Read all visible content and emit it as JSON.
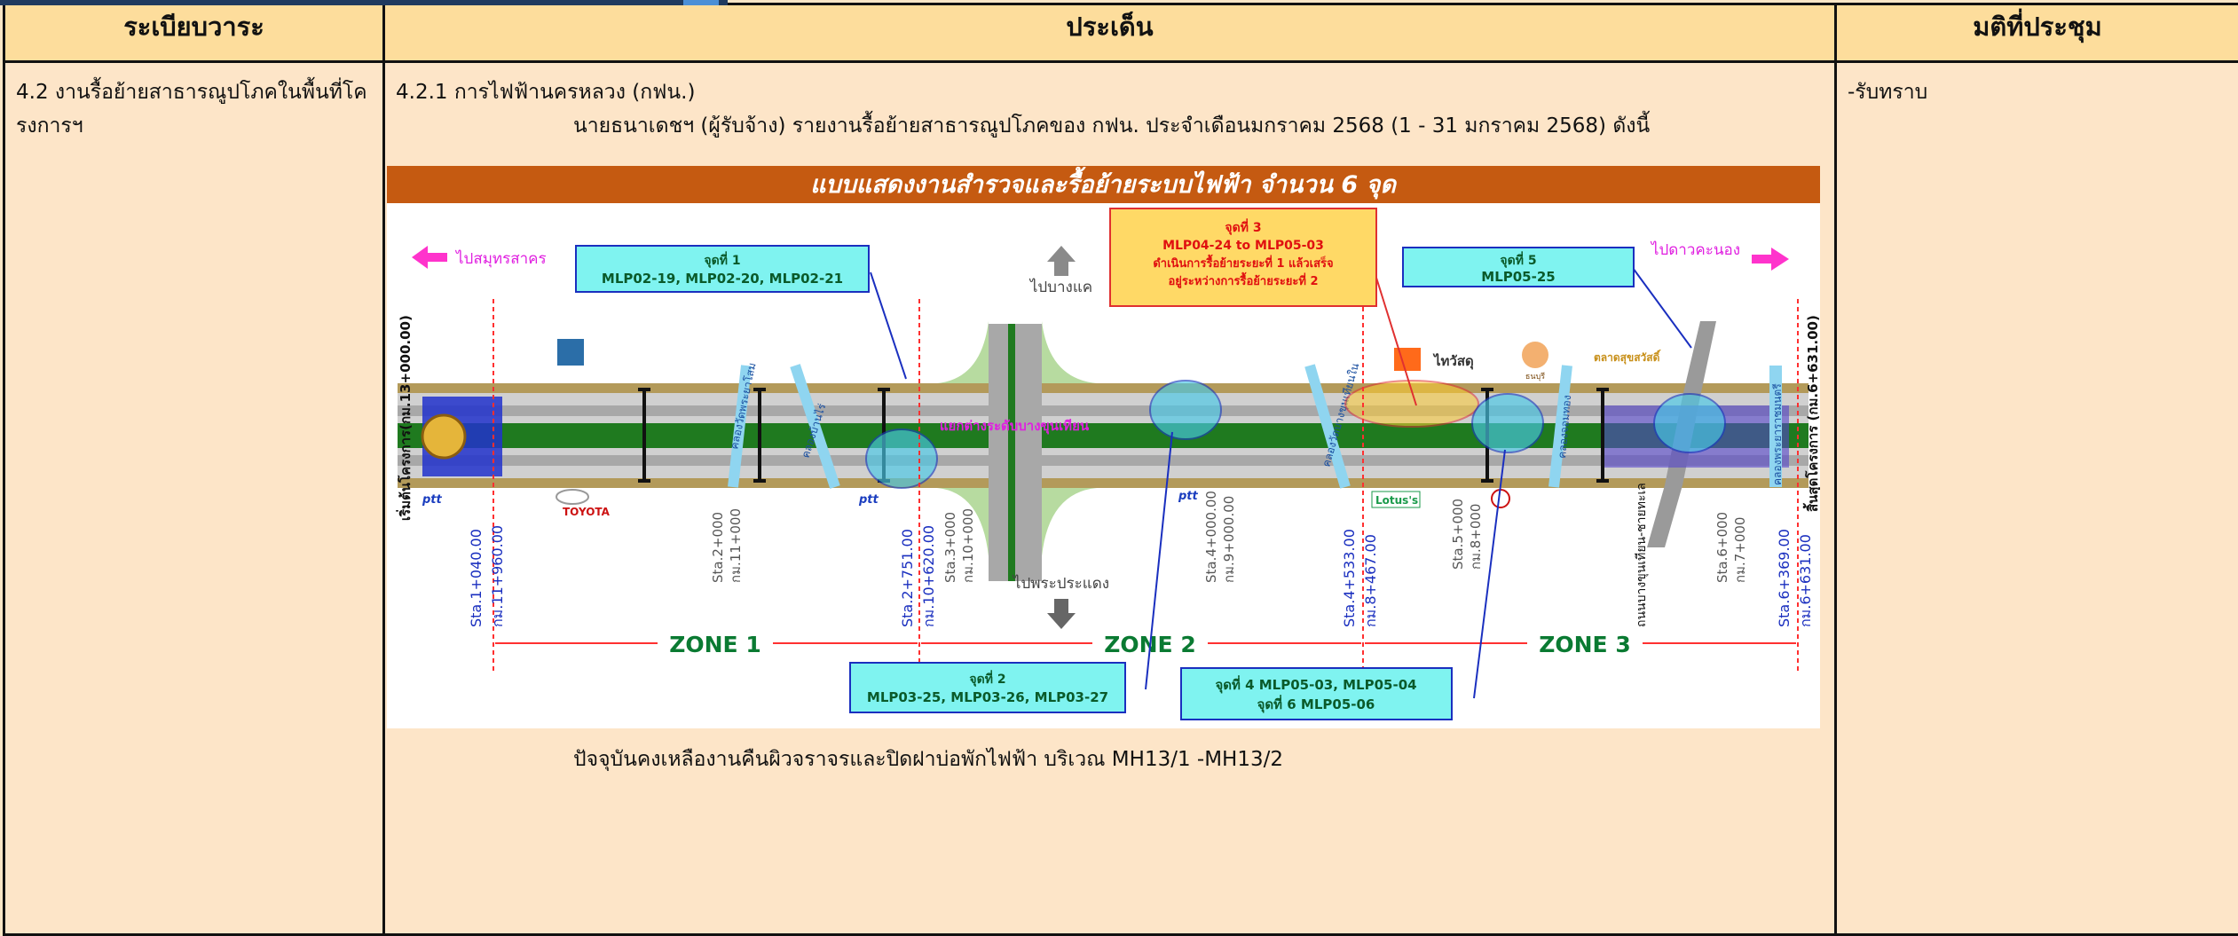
{
  "columns": {
    "agenda": "ระเบียบวาระ",
    "issue": "ประเด็น",
    "resolution": "มติที่ประชุม"
  },
  "row": {
    "agenda": "4.2 งานรื้อย้ายสาธารณูปโภคในพื้นที่โครงการฯ",
    "issue_heading": "4.2.1 การไฟฟ้านครหลวง (กฟน.)",
    "issue_text": "นายธนาเดชฯ (ผู้รับจ้าง) รายงานรื้อย้ายสาธารณูปโภคของ กฟน. ประจำเดือนมกราคม 2568 (1 - 31 มกราคม 2568) ดังนี้",
    "issue_note": "ปัจจุบันคงเหลืองานคืนผิวจราจรและปิดฝาบ่อพักไฟฟ้า บริเวณ MH13/1 -MH13/2",
    "resolution": "-รับทราบ"
  },
  "diagram": {
    "title": "แบบแสดงงานสำรวจและรื้อย้ายระบบไฟฟ้า จำนวน 6 จุด",
    "dir_left": "ไปสมุทรสาคร",
    "dir_right": "ไปดาวคะนอง",
    "dir_up": "ไปบางแค",
    "dir_down": "ไปพระประแดง",
    "start_label": "เริ่มต้นโครงการ(กม.13+000.00)",
    "end_label": "สิ้นสุดโครงการ (กม.6+631.00)",
    "interchange_label": "แยกต่างระดับบางขุนเทียน",
    "road_label": "ถนนบางขุนเทียน-ชายทะเล",
    "canal_labels": [
      "คลองวัดพระยาโสม",
      "คลองบ้านไร่",
      "คลองวัดบางขุนเทียนใน",
      "คลองจอมทอง",
      "คลองพระยาราชมนตรี"
    ],
    "callouts": {
      "p1": [
        "จุดที่ 1",
        "MLP02-19, MLP02-20, MLP02-21"
      ],
      "p2": [
        "จุดที่ 2",
        "MLP03-25, MLP03-26, MLP03-27"
      ],
      "p3": [
        "จุดที่ 3",
        "MLP04-24 to MLP05-03",
        "ดำเนินการรื้อย้ายระยะที่ 1 แล้วเสร็จ",
        "อยู่ระหว่างการรื้อย้ายระยะที่ 2"
      ],
      "p4": [
        "จุดที่ 4  MLP05-03, MLP05-04",
        "จุดที่ 6  MLP05-06"
      ],
      "p5": [
        "จุดที่ 5",
        "MLP05-25"
      ]
    },
    "zones": [
      "ZONE 1",
      "ZONE 2",
      "ZONE 3"
    ],
    "stations_red": [
      "Sta.1+040.00",
      "กม.11+960.00",
      "Sta.2+751.00",
      "กม.10+620.00",
      "Sta.4+533.00",
      "กม.8+467.00",
      "Sta.6+369.00",
      "กม.6+631.00"
    ],
    "stations_gray": [
      "Sta.2+000",
      "กม.11+000",
      "Sta.3+000",
      "กม.10+000",
      "Sta.4+000.00",
      "กม.9+000.00",
      "Sta.5+000",
      "กม.8+000",
      "Sta.6+000",
      "กม.7+000"
    ],
    "logos": [
      "ptt",
      "TOYOTA",
      "ptt",
      "ptt",
      "Lotus's",
      "ไทวัสดุ",
      "ธนบุรี",
      "ตลาดสุขสวัสดิ์"
    ],
    "colors": {
      "header_bg": "#fddd9c",
      "body_bg": "#fde5c8",
      "diagram_title_bg": "#c55a11",
      "callout_bg": "#7ff3f0",
      "callout3_bg": "#ffd966",
      "zone_text": "#0a7a32",
      "road_green": "#1f7a1f"
    }
  }
}
